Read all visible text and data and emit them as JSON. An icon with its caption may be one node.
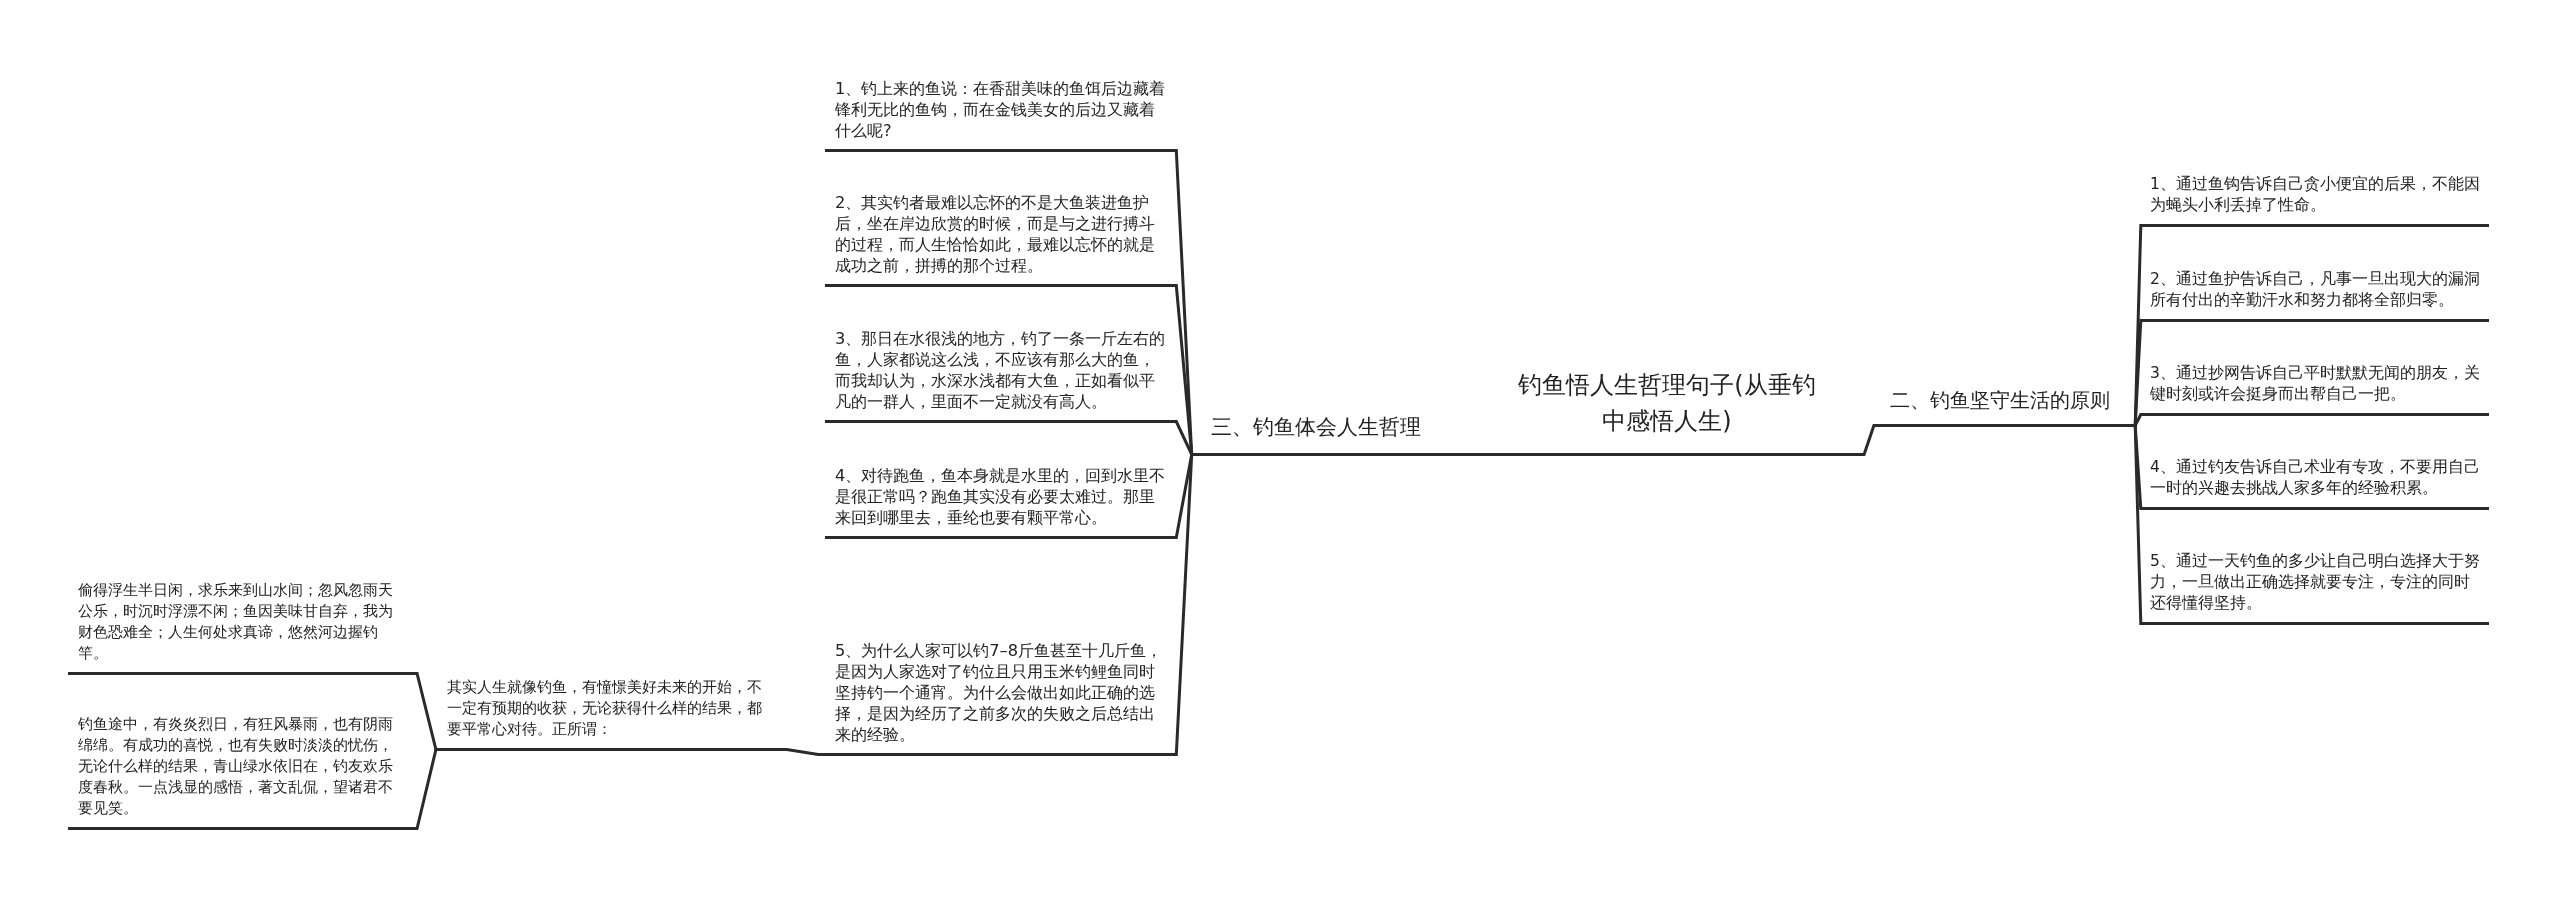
{
  "diagram": {
    "nodes": [
      {
        "text": [
          "钓鱼悟人生哲理句子(从垂钓中感悟人生)"
        ]
      },
      {
        "text": [
          "三、钓鱼体会人生哲理"
        ]
      },
      {
        "text": [
          "1、钓上来的鱼说：在香甜美味的鱼饵后边藏着锋利无比的鱼钩，而在金钱美女的后边又藏着什么呢?"
        ]
      },
      {
        "text": [
          "2、其实钓者最难以忘怀的不是大鱼装进鱼护后，坐在岸边欣赏的时候，而是与之进行搏斗的过程，而人生恰恰如此，最难以忘怀的就是成功之前，拼搏的那个过程。"
        ]
      },
      {
        "text": [
          "3、那日在水很浅的地方，钓了一条一斤左右的鱼，人家都说这么浅，不应该有那么大的鱼，而我却认为，水深水浅都有大鱼，正如看似平凡的一群人，里面不一定就没有高人。"
        ]
      },
      {
        "text": [
          "4、对待跑鱼，鱼本身就是水里的，回到水里不是很正常吗？跑鱼其实没有必要太难过。那里来回到哪里去，垂纶也要有颗平常心。"
        ]
      },
      {
        "text": [
          "5、为什么人家可以钓7–8斤鱼甚至十几斤鱼，是因为人家选对了钓位且只用玉米钓鲤鱼同时坚持钓一个通宵。为什么会做出如此正确的选择，是因为经历了之前多次的失败之后总结出来的经验。"
        ]
      },
      {
        "text": [
          "其实人生就像钓鱼，有憧憬美好未来的开始，不一定有预期的收获，无论获得什么样的结果，都要平常心对待。正所谓："
        ]
      },
      {
        "text": [
          "偷得浮生半日闲，求乐来到山水间；忽风忽雨天公乐，时沉时浮漂不闲；鱼因美味甘自弃，我为财色恐难全；人生何处求真谛，悠然河边握钓竿。"
        ]
      },
      {
        "text": [
          "钓鱼途中，有炎炎烈日，有狂风暴雨，也有阴雨绵绵。有成功的喜悦，也有失败时淡淡的忧伤，无论什么样的结果，青山绿水依旧在，钓友欢乐度春秋。一点浅显的感悟，著文乱侃，望诸君不要见笑。"
        ]
      },
      {
        "text": [
          "二、钓鱼坚守生活的原则"
        ]
      },
      {
        "text": [
          "1、通过鱼钩告诉自己贪小便宜的后果，不能因为蝇头小利丢掉了性命。"
        ]
      },
      {
        "text": [
          "2、通过鱼护告诉自己，凡事一旦出现大的漏洞所有付出的辛勤汗水和努力都将全部归零。"
        ]
      },
      {
        "text": [
          "3、通过抄网告诉自己平时默默无闻的朋友，关键时刻或许会挺身而出帮自己一把。"
        ]
      },
      {
        "text": [
          "4、通过钓友告诉自己术业有专攻，不要用自己一时的兴趣去挑战人家多年的经验积累。"
        ]
      },
      {
        "text": [
          "5、通过一天钓鱼的多少让自己明白选择大于努力，一旦做出正确选择就要专注，专注的同时还得懂得坚持。"
        ]
      }
    ],
    "edges": [
      {
        "from": 0,
        "to": 1,
        "arrow": "none"
      },
      {
        "from": 1,
        "to": 2,
        "arrow": "none"
      },
      {
        "from": 1,
        "to": 3,
        "arrow": "none"
      },
      {
        "from": 1,
        "to": 4,
        "arrow": "none"
      },
      {
        "from": 1,
        "to": 5,
        "arrow": "none"
      },
      {
        "from": 1,
        "to": 6,
        "arrow": "none"
      },
      {
        "from": 6,
        "to": 7,
        "arrow": "none"
      },
      {
        "from": 7,
        "to": 8,
        "arrow": "none"
      },
      {
        "from": 7,
        "to": 9,
        "arrow": "none"
      },
      {
        "from": 0,
        "to": 10,
        "arrow": "none"
      },
      {
        "from": 10,
        "to": 11,
        "arrow": "none"
      },
      {
        "from": 10,
        "to": 12,
        "arrow": "none"
      },
      {
        "from": 10,
        "to": 13,
        "arrow": "none"
      },
      {
        "from": 10,
        "to": 14,
        "arrow": "none"
      },
      {
        "from": 10,
        "to": 15,
        "arrow": "none"
      }
    ]
  }
}
